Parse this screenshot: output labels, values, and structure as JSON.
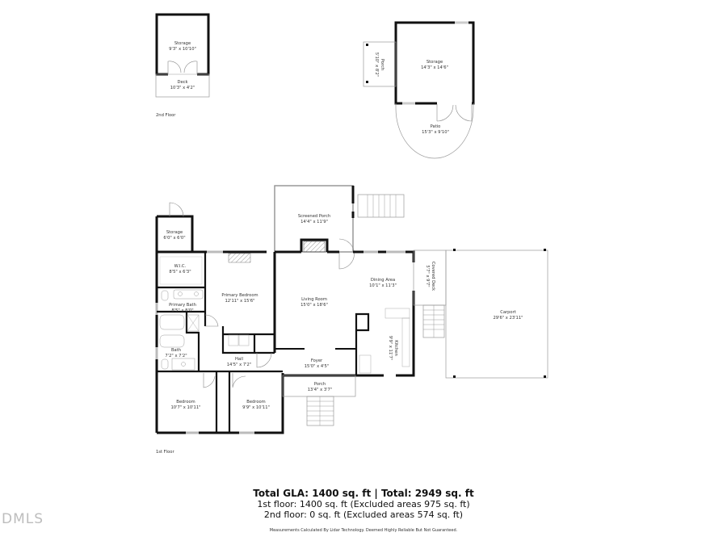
{
  "floors": {
    "second_floor_label": "2nd Floor",
    "first_floor_label": "1st Floor"
  },
  "rooms": {
    "storage_small": {
      "name": "Storage",
      "dims": "9'3\" x 10'10\""
    },
    "deck": {
      "name": "Deck",
      "dims": "10'3\" x 4'2\""
    },
    "storage_large": {
      "name": "Storage",
      "dims": "14'3\" x 14'6\""
    },
    "porch_side": {
      "name": "Porch",
      "dims": "5'10\" x 8'2\""
    },
    "patio": {
      "name": "Patio",
      "dims": "15'3\" x 9'10\""
    },
    "storage_first": {
      "name": "Storage",
      "dims": "6'0\" x 6'0\""
    },
    "wic": {
      "name": "W.I.C.",
      "dims": "8'5\" x 6'3\""
    },
    "primary_bath": {
      "name": "Primary Bath",
      "dims": "8'5\" x 8'0\""
    },
    "primary_bedroom": {
      "name": "Primary Bedroom",
      "dims": "12'11\" x 15'6\""
    },
    "bath": {
      "name": "Bath",
      "dims": "7'2\" x 7'2\""
    },
    "hall": {
      "name": "Hall",
      "dims": "14'5\" x 7'2\""
    },
    "screened_porch": {
      "name": "Screened Porch",
      "dims": "14'4\" x 11'9\""
    },
    "living_room": {
      "name": "Living Room",
      "dims": "15'0\" x 18'6\""
    },
    "dining_area": {
      "name": "Dining Area",
      "dims": "10'1\" x 11'3\""
    },
    "kitchen": {
      "name": "Kitchen",
      "dims": "9'9\" x 11'7\""
    },
    "covered_deck": {
      "name": "Covered Deck",
      "dims": "5'7\" x 9'7\""
    },
    "carport": {
      "name": "Carport",
      "dims": "29'6\" x 23'11\""
    },
    "foyer": {
      "name": "Foyer",
      "dims": "15'0\" x 4'5\""
    },
    "porch_front": {
      "name": "Porch",
      "dims": "13'4\" x 3'7\""
    },
    "bedroom_left": {
      "name": "Bedroom",
      "dims": "10'7\" x 10'11\""
    },
    "bedroom_right": {
      "name": "Bedroom",
      "dims": "9'9\" x 10'11\""
    }
  },
  "summary": {
    "line1": "Total GLA: 1400 sq. ft | Total: 2949 sq. ft",
    "line2": "1st floor: 1400 sq. ft (Excluded areas 975 sq. ft)",
    "line3": "2nd floor: 0 sq. ft (Excluded areas 574 sq. ft)",
    "disclaimer": "Measurements Calculated By Lidar Technology. Deemed Highly Reliable But Not Guaranteed."
  },
  "watermark": "DMLS",
  "colors": {
    "wall": "#111111",
    "line": "#999999",
    "bg": "#ffffff"
  }
}
